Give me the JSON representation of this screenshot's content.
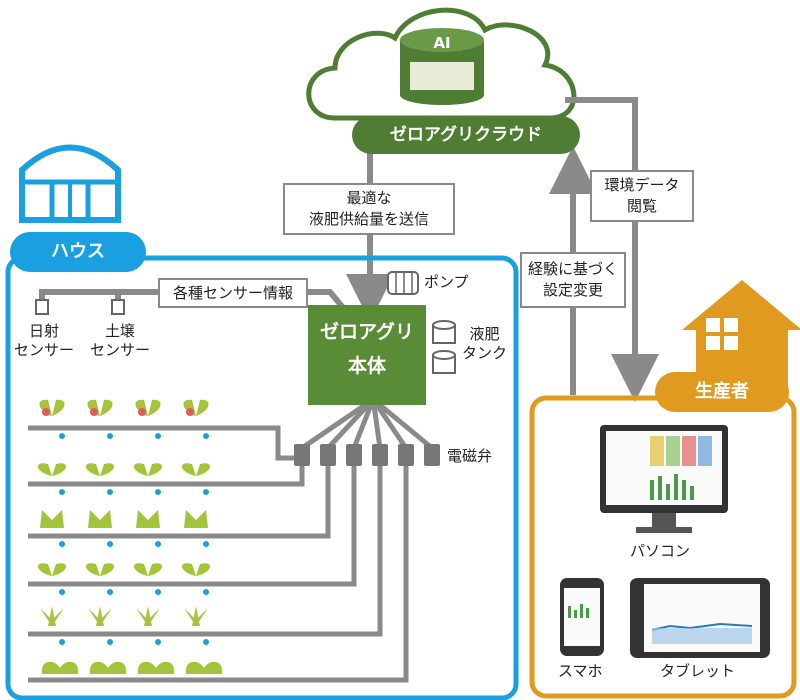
{
  "cloud": {
    "ai": "AI",
    "title": "ゼロアグリクラウド"
  },
  "house": {
    "title": "ハウス"
  },
  "farmer": {
    "title": "生産者"
  },
  "main_unit": {
    "line1": "ゼロアグリ",
    "line2": "本体"
  },
  "boxes": {
    "send_line1": "最適な",
    "send_line2": "液肥供給量を送信",
    "view_line1": "環境データ",
    "view_line2": "閲覧",
    "settings_line1": "経験に基づく",
    "settings_line2": "設定変更",
    "sensor_info": "各種センサー情報"
  },
  "labels": {
    "pump": "ポンプ",
    "tank_line1": "液肥",
    "tank_line2": "タンク",
    "valve": "電磁弁",
    "sun_sensor_line1": "日射",
    "sun_sensor_line2": "センサー",
    "soil_sensor_line1": "土壌",
    "soil_sensor_line2": "センサー",
    "pc": "パソコン",
    "phone": "スマホ",
    "tablet": "タブレット"
  },
  "colors": {
    "cloud_green": "#4e7d33",
    "main_green": "#5a8b37",
    "house_blue": "#1aa0e0",
    "farmer_orange": "#e09a20",
    "pipe_gray": "#8a8a8a",
    "plant_green": "#a4c43c",
    "tomato_red": "#e85a5a"
  }
}
